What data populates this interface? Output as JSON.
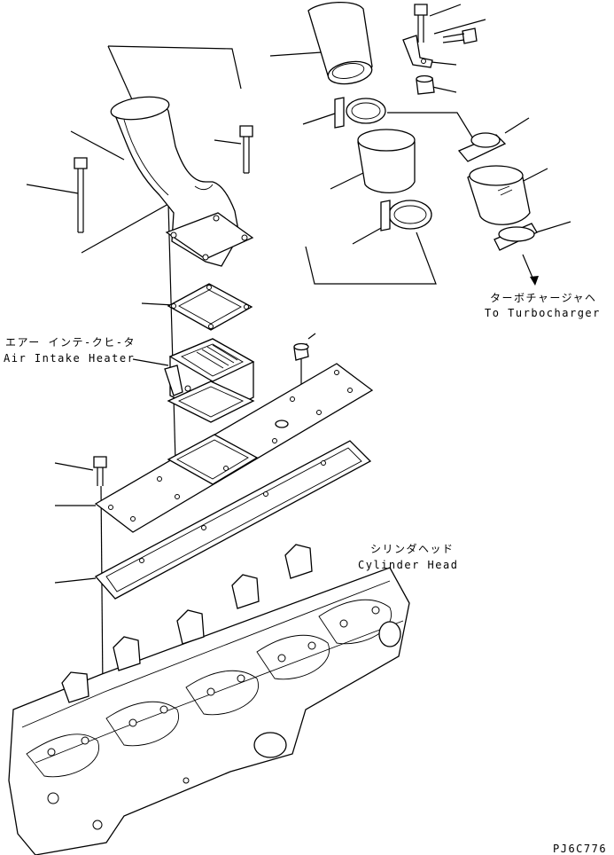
{
  "labels": {
    "turbo_ja": "ターボチャージャヘ",
    "turbo_en": "To Turbocharger",
    "heater_ja": "エアー インテ-クヒ-タ",
    "heater_en": "Air Intake Heater",
    "head_ja": "シリンダヘッド",
    "head_en": "Cylinder Head",
    "drawing_code": "PJ6C776"
  }
}
